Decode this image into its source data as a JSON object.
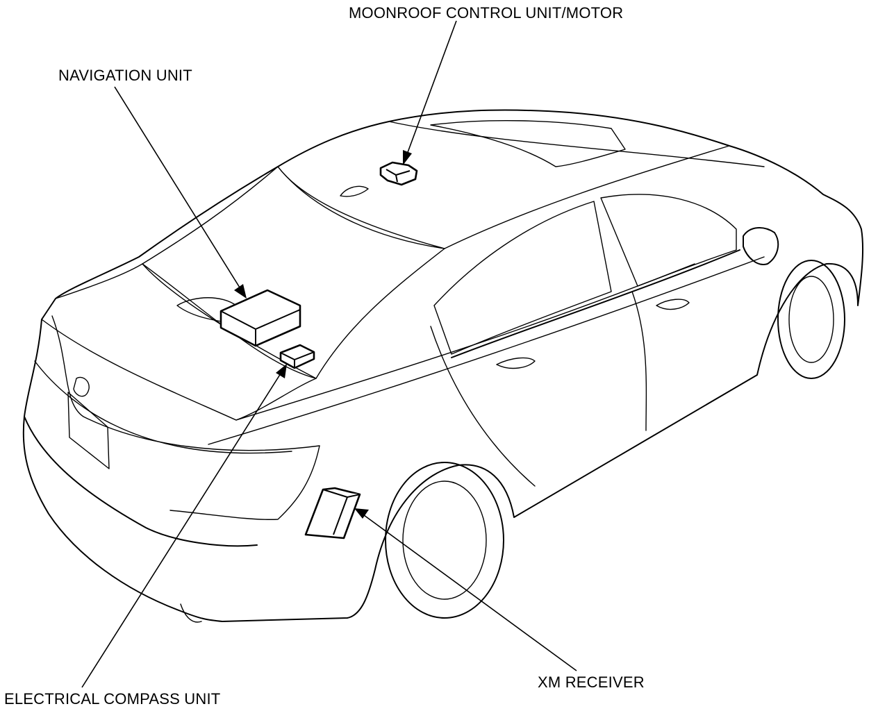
{
  "labels": {
    "moonroof": "MOONROOF CONTROL UNIT/MOTOR",
    "navigation": "NAVIGATION UNIT",
    "compass": "ELECTRICAL COMPASS UNIT",
    "xm": "XM RECEIVER"
  },
  "colors": {
    "line": "#000000",
    "background": "#ffffff"
  }
}
